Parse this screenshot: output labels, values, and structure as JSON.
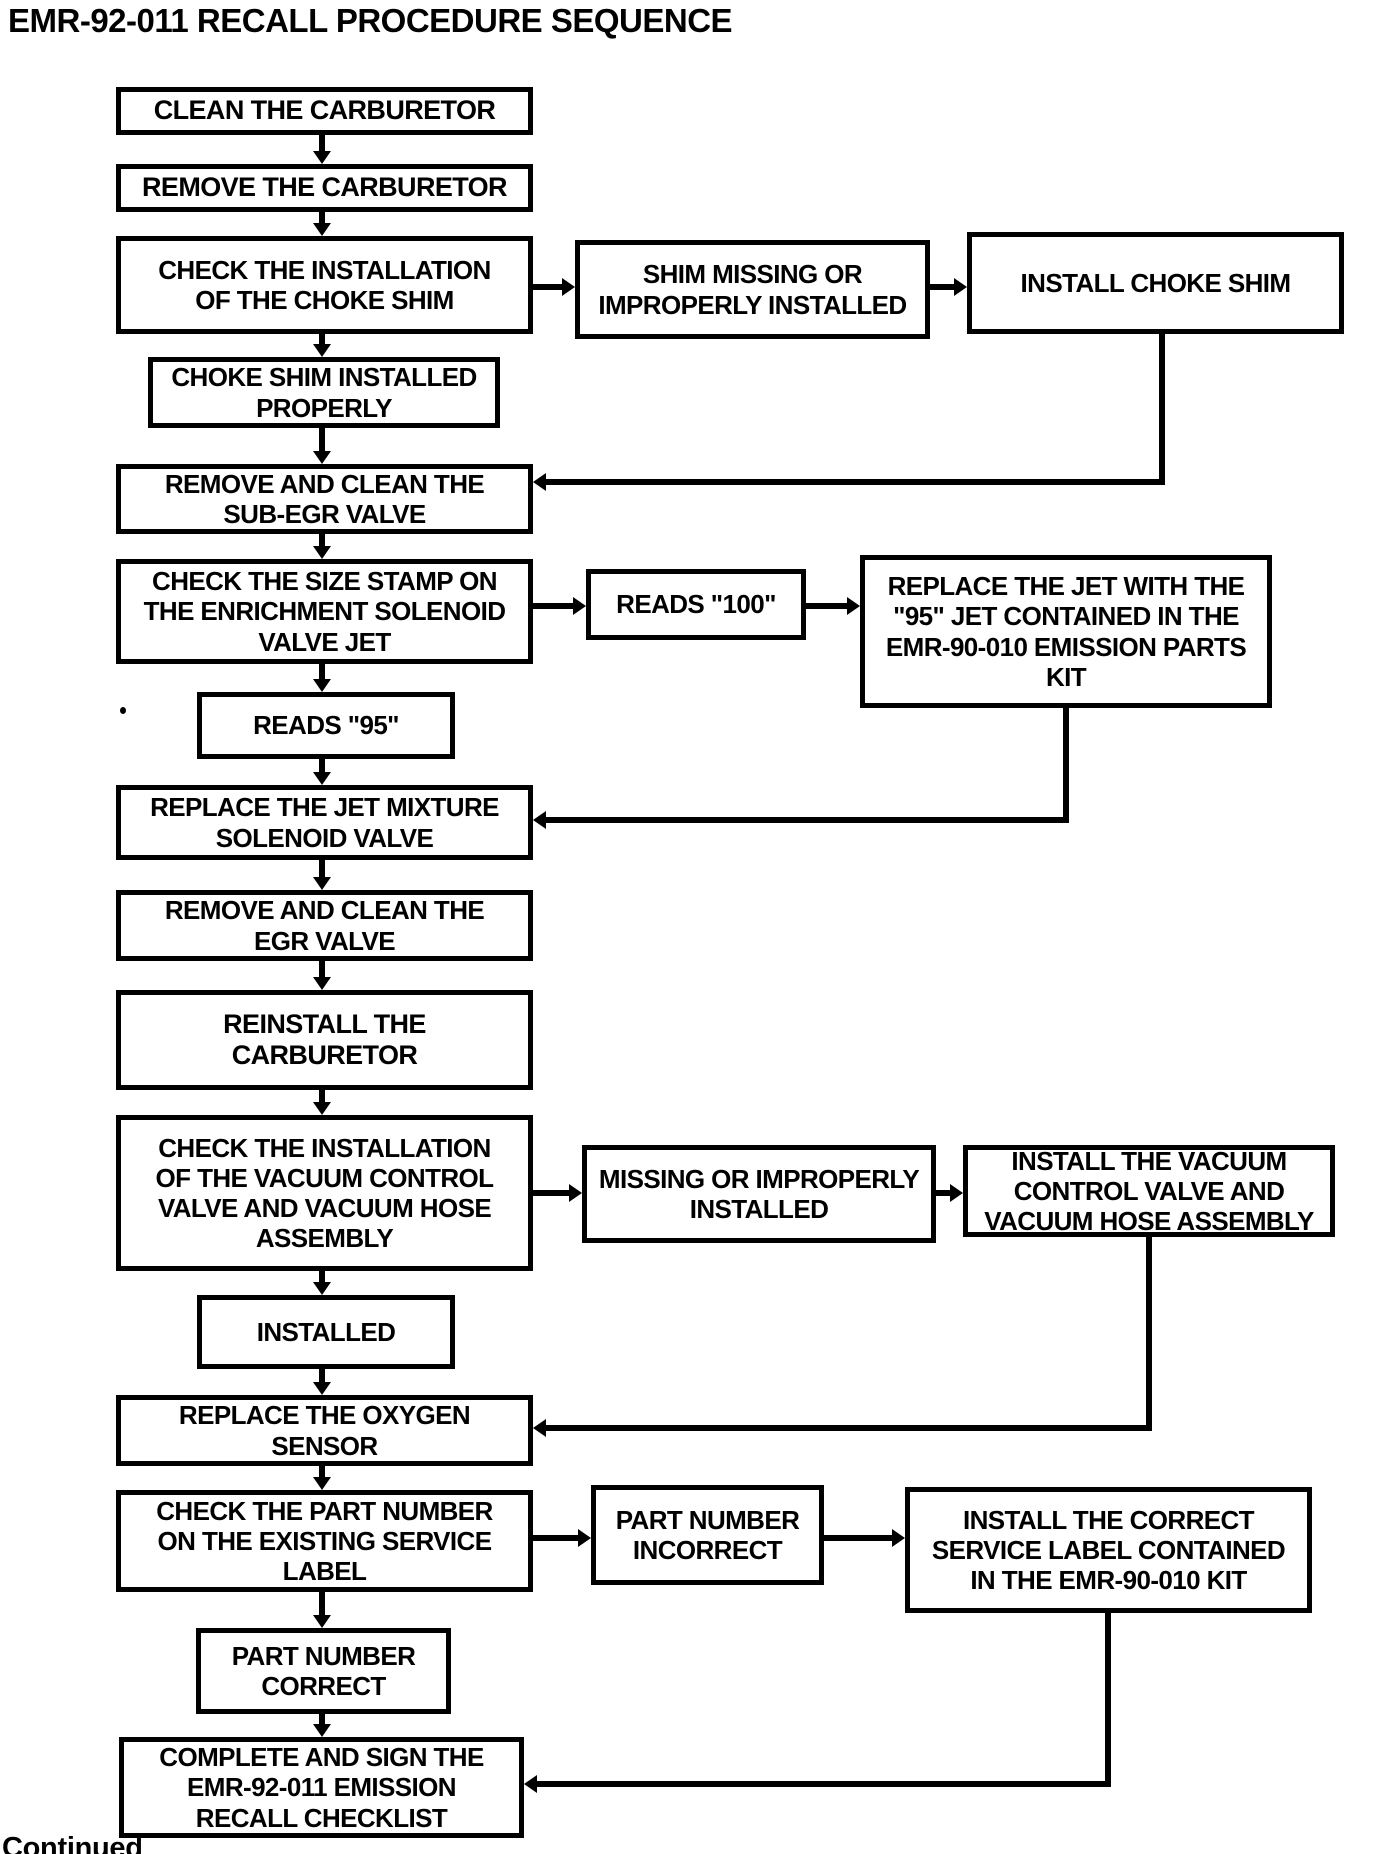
{
  "page": {
    "title": "EMR-92-011 RECALL PROCEDURE SEQUENCE",
    "footer": "Continued"
  },
  "colors": {
    "ink": "#000000",
    "paper": "#ffffff"
  },
  "flowchart": {
    "type": "flowchart",
    "nodes": [
      {
        "id": "clean-carburetor",
        "label": "CLEAN THE CARBURETOR"
      },
      {
        "id": "remove-carburetor",
        "label": "REMOVE THE CARBURETOR"
      },
      {
        "id": "check-choke-shim",
        "label": "CHECK THE INSTALLATION\nOF THE CHOKE SHIM"
      },
      {
        "id": "shim-missing",
        "label": "SHIM MISSING OR\nIMPROPERLY INSTALLED"
      },
      {
        "id": "install-choke-shim",
        "label": "INSTALL CHOKE SHIM"
      },
      {
        "id": "choke-shim-installed",
        "label": "CHOKE SHIM INSTALLED\nPROPERLY"
      },
      {
        "id": "clean-sub-egr-valve",
        "label": "REMOVE AND CLEAN THE\nSUB-EGR VALVE"
      },
      {
        "id": "check-size-stamp",
        "label": "CHECK THE SIZE STAMP ON\nTHE ENRICHMENT SOLENOID\nVALVE JET"
      },
      {
        "id": "reads-100",
        "label": "READS \"100\""
      },
      {
        "id": "replace-jet",
        "label": "REPLACE THE JET WITH THE\n\"95\" JET CONTAINED IN THE\nEMR-90-010 EMISSION PARTS\nKIT"
      },
      {
        "id": "reads-95",
        "label": "READS \"95\""
      },
      {
        "id": "replace-jet-mixture-solenoid",
        "label": "REPLACE THE JET MIXTURE\nSOLENOID VALVE"
      },
      {
        "id": "clean-egr-valve",
        "label": "REMOVE AND CLEAN THE\nEGR VALVE"
      },
      {
        "id": "reinstall-carburetor",
        "label": "REINSTALL THE CARBURETOR"
      },
      {
        "id": "check-vacuum-control",
        "label": "CHECK THE INSTALLATION\nOF THE VACUUM CONTROL\nVALVE AND VACUUM HOSE\nASSEMBLY"
      },
      {
        "id": "vacuum-missing",
        "label": "MISSING OR IMPROPERLY\nINSTALLED"
      },
      {
        "id": "install-vacuum-control",
        "label": "INSTALL THE VACUUM\nCONTROL VALVE AND\nVACUUM HOSE ASSEMBLY"
      },
      {
        "id": "installed",
        "label": "INSTALLED"
      },
      {
        "id": "replace-oxygen-sensor",
        "label": "REPLACE THE OXYGEN\nSENSOR"
      },
      {
        "id": "check-part-number",
        "label": "CHECK THE PART NUMBER\nON THE EXISTING SERVICE\nLABEL"
      },
      {
        "id": "part-number-incorrect",
        "label": "PART NUMBER\nINCORRECT"
      },
      {
        "id": "install-correct-label",
        "label": "INSTALL THE CORRECT\nSERVICE LABEL CONTAINED\nIN THE EMR-90-010 KIT"
      },
      {
        "id": "part-number-correct",
        "label": "PART NUMBER\nCORRECT"
      },
      {
        "id": "complete-checklist",
        "label": "COMPLETE AND SIGN THE\nEMR-92-011 EMISSION\nRECALL CHECKLIST"
      }
    ]
  }
}
